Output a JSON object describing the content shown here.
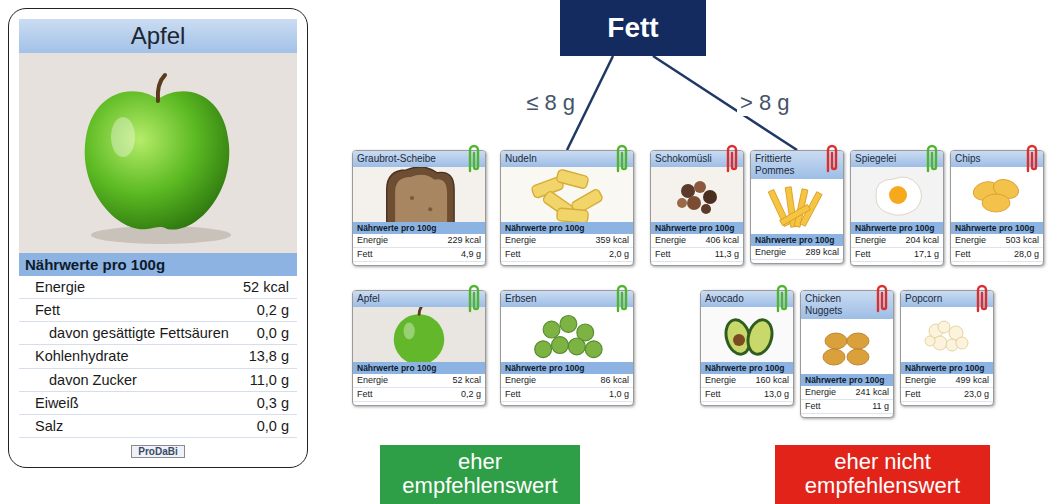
{
  "diagram": {
    "nodes": [
      {
        "text": [
          "Apfel",
          "Nährwerte pro 100g",
          "Energie",
          "52 kcal",
          "Fett",
          "0,2 g",
          "davon gesättigte Fettsäuren",
          "0,0 g",
          "Kohlenhydrate",
          "13,8 g",
          "davon Zucker",
          "11,0 g",
          "Eiweiß",
          "0,3 g",
          "Salz",
          "0,0 g",
          "ProDaBi"
        ]
      },
      {
        "text": [
          "Fett"
        ]
      },
      {
        "text": [
          "Graubrot-Scheibe",
          "Nährwerte pro 100g",
          "Energie",
          "229 kcal",
          "Fett",
          "4,9 g"
        ]
      },
      {
        "text": [
          "Nudeln",
          "Nährwerte pro 100g",
          "Energie",
          "359 kcal",
          "Fett",
          "2,0 g"
        ]
      },
      {
        "text": [
          "Apfel",
          "Nährwerte pro 100g",
          "Energie",
          "52 kcal",
          "Fett",
          "0,2 g"
        ]
      },
      {
        "text": [
          "Erbsen",
          "Nährwerte pro 100g",
          "Energie",
          "86 kcal",
          "Fett",
          "1,0 g"
        ]
      },
      {
        "text": [
          "Schokomüsli",
          "Nährwerte pro 100g",
          "Energie",
          "406 kcal",
          "Fett",
          "11,3 g"
        ]
      },
      {
        "text": [
          "Frittierte Pommes",
          "Nährwerte pro 100g",
          "Energie",
          "289 kcal"
        ]
      },
      {
        "text": [
          "Spiegelei",
          "Nährwerte pro 100g",
          "Energie",
          "204 kcal",
          "Fett",
          "17,1 g"
        ]
      },
      {
        "text": [
          "Chips",
          "Nährwerte pro 100g",
          "Energie",
          "503 kcal",
          "Fett",
          "28,0 g"
        ]
      },
      {
        "text": [
          "Avocado",
          "Nährwerte pro 100g",
          "Energie",
          "160 kcal",
          "Fett",
          "13,0 g"
        ]
      },
      {
        "text": [
          "Chicken Nuggets",
          "Nährwerte pro 100g",
          "Energie",
          "241 kcal",
          "Fett",
          "11 g"
        ]
      },
      {
        "text": [
          "Popcorn",
          "Nährwerte pro 100g",
          "Energie",
          "499 kcal",
          "Fett",
          "23,0 g"
        ]
      },
      {
        "text": [
          "eher empfehlenswert"
        ]
      },
      {
        "text": [
          "eher nicht empfehlenswert"
        ]
      }
    ],
    "edges": [
      {
        "from": 1,
        "to": 3,
        "arrow": "none",
        "label": "≤ 8 g"
      },
      {
        "from": 1,
        "to": 7,
        "arrow": "none",
        "label": "> 8 g"
      }
    ]
  }
}
